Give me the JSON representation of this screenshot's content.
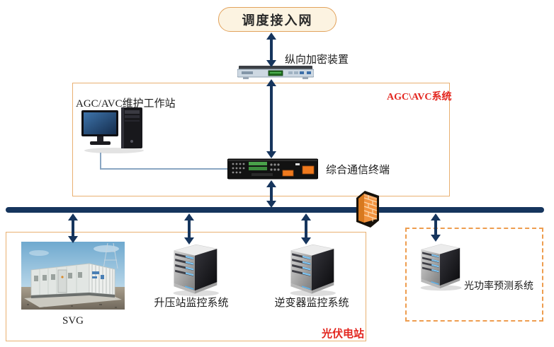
{
  "nodes": {
    "dispatch_network": "调度接入网",
    "encryption_device": "纵向加密装置",
    "agc_avc_system": "AGC\\AVC系统",
    "maintenance_workstation": "AGC/AVC维护工作站",
    "comm_terminal": "综合通信终端",
    "svg_unit": "SVG",
    "booster_station_monitor": "升压站监控系统",
    "inverter_monitor": "逆变器监控系统",
    "pv_station": "光伏电站",
    "power_forecast_system": "光功率预测系统"
  },
  "colors": {
    "bus": "#16355d",
    "arrow": "#16355d",
    "group_border": "#e9b071",
    "dispatch_fill": "#fcf3e1",
    "dispatch_border": "#e2a25c",
    "dashed_border": "#ee9d4f",
    "red_label": "#e3261f",
    "firewall": "#f2933f"
  }
}
